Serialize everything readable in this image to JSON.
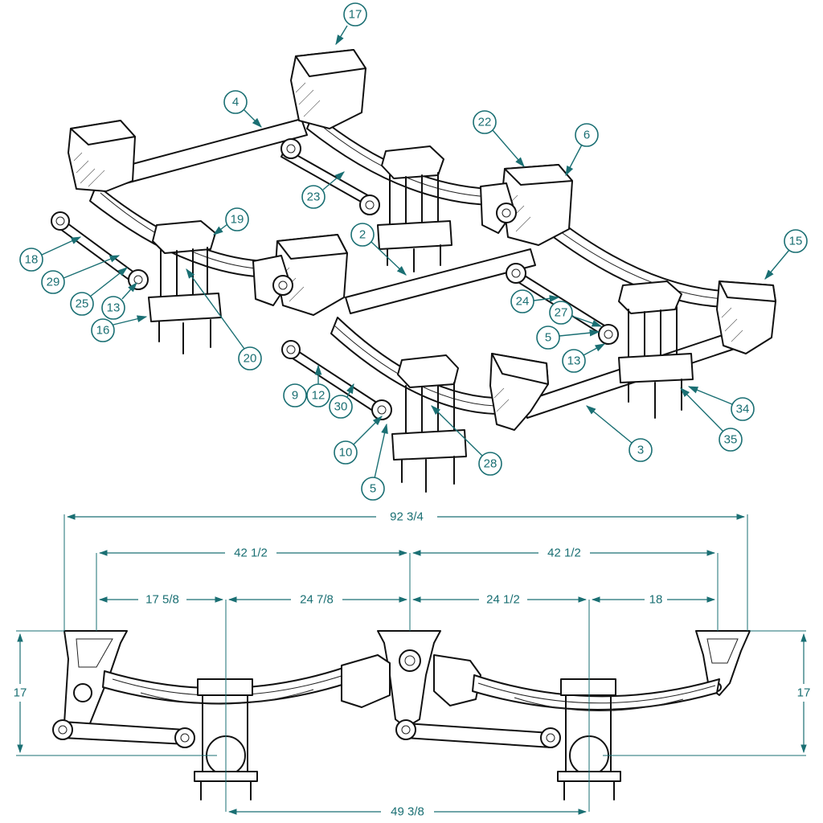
{
  "callouts": {
    "c17": "17",
    "c4": "4",
    "c22": "22",
    "c6": "6",
    "c23": "23",
    "c19": "19",
    "c2": "2",
    "c18": "18",
    "c15": "15",
    "c29": "29",
    "c25": "25",
    "c13a": "13",
    "c24": "24",
    "c27": "27",
    "c16": "16",
    "c20": "20",
    "c5a": "5",
    "c13b": "13",
    "c9": "9",
    "c12": "12",
    "c30": "30",
    "c34": "34",
    "c3": "3",
    "c10": "10",
    "c35": "35",
    "c28": "28",
    "c5b": "5"
  },
  "dimensions": {
    "overall_width": "92 3/4",
    "left_half": "42 1/2",
    "right_half": "42 1/2",
    "left_hanger_to_axle": "17 5/8",
    "left_axle_to_center": "24 7/8",
    "center_to_right_axle": "24 1/2",
    "right_axle_to_hanger": "18",
    "height_left": "17",
    "height_right": "17",
    "axle_spacing": "49 3/8"
  }
}
